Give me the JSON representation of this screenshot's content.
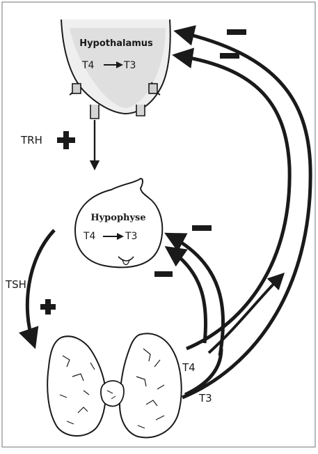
{
  "diagram": {
    "hypothalamus": {
      "title": "Hypothalamus",
      "conversion_from": "T4",
      "conversion_to": "T3"
    },
    "hypophyse": {
      "title": "Hypophyse",
      "conversion_from": "T4",
      "conversion_to": "T3"
    },
    "hormones": {
      "trh": "TRH",
      "tsh": "TSH",
      "t4": "T4",
      "t3": "T3"
    },
    "signs": {
      "stimulate": "plus",
      "inhibit": "minus"
    },
    "colors": {
      "ink": "#1a1a1a",
      "frame": "#8a8a8a",
      "background": "#ffffff"
    }
  }
}
